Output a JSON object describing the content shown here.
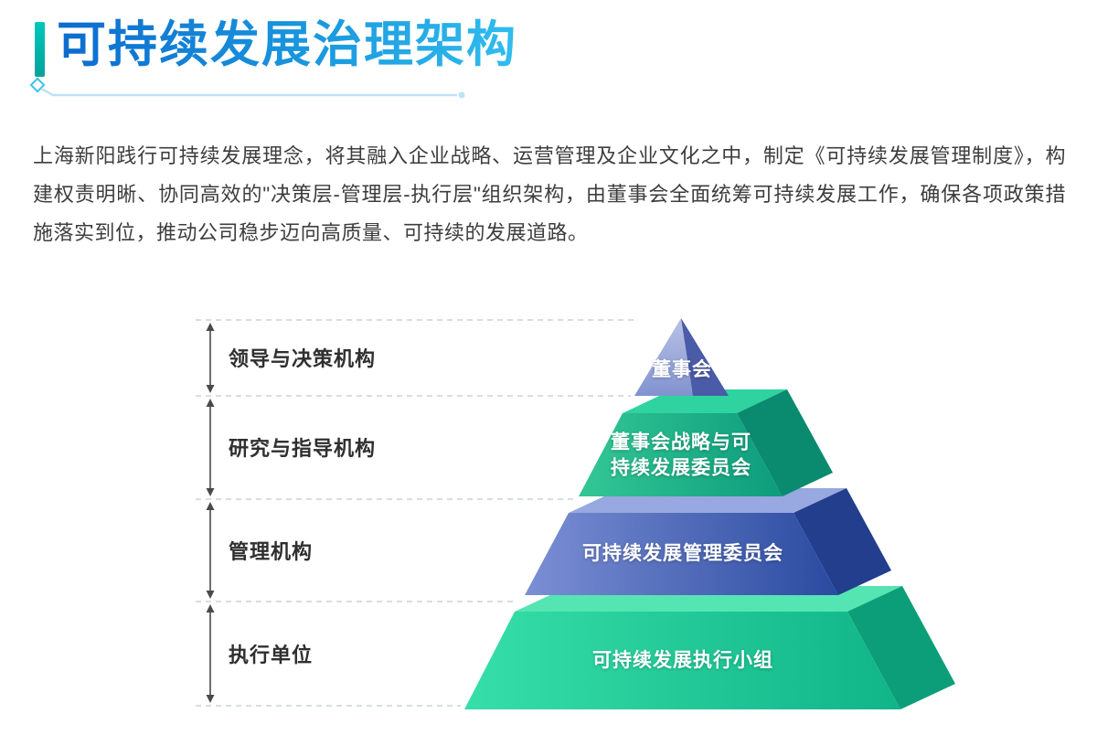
{
  "header": {
    "title": "可持续发展治理架构",
    "accent_bar_color": "#00b5ab",
    "title_gradient": [
      "#0c6bce",
      "#31bdee"
    ]
  },
  "intro": {
    "text": "上海新阳践行可持续发展理念，将其融入企业战略、运营管理及企业文化之中，制定《可持续发展管理制度》，构建权责明晰、协同高效的\"决策层-管理层-执行层\"组织架构，由董事会全面统筹可持续发展工作，确保各项政策措施落实到位，推动公司稳步迈向高质量、可持续的发展道路。"
  },
  "diagram": {
    "colors": {
      "dashed_line": "#c9d2dd",
      "arrow": "#4a4a4a"
    },
    "categories": [
      {
        "label": "领导与决策机构"
      },
      {
        "label": "研究与指导机构"
      },
      {
        "label": "管理机构"
      },
      {
        "label": "执行单位"
      }
    ],
    "levels": [
      {
        "name": "board",
        "label": "董事会",
        "front_colors": [
          "#b9c2e6",
          "#8193cf"
        ],
        "side_color": "#4a5ba8"
      },
      {
        "name": "strategy-committee",
        "label": "董事会战略与可持续发展委员会",
        "front_colors": [
          "#33c795",
          "#0d9c7c"
        ],
        "side_color": "#0a8a6e",
        "top_color": "#2ed39f"
      },
      {
        "name": "management-committee",
        "label": "可持续发展管理委员会",
        "front_colors": [
          "#7b8fd4",
          "#2a4aa0"
        ],
        "side_color": "#223e8c",
        "top_color": "#98a8e0"
      },
      {
        "name": "execution-team",
        "label": "可持续发展执行小组",
        "front_colors": [
          "#36dfa8",
          "#10b588"
        ],
        "side_color": "#0c9e78",
        "top_color": "#55e5b2"
      }
    ]
  }
}
